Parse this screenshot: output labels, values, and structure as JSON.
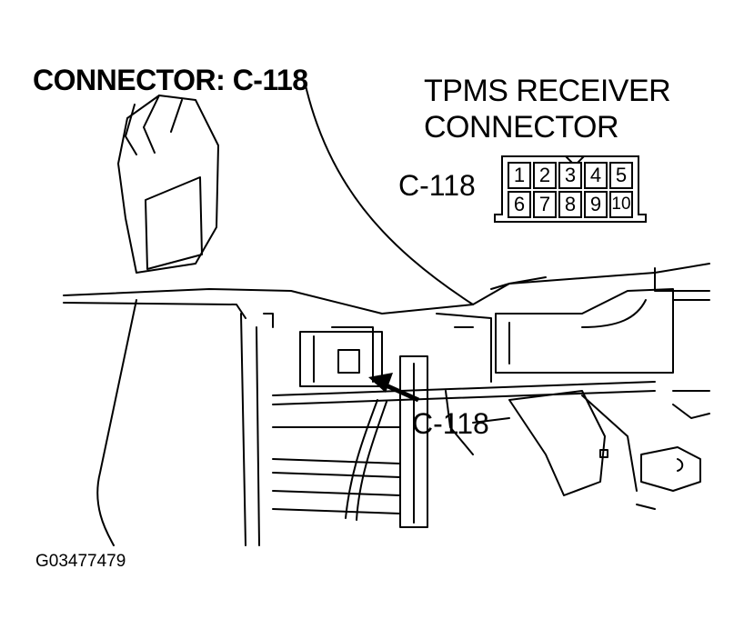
{
  "title": "CONNECTOR: C-118",
  "receiver_title": [
    "TPMS RECEIVER",
    "CONNECTOR"
  ],
  "receiver_connector_id": "C-118",
  "pins_top": [
    "1",
    "2",
    "3",
    "4",
    "5"
  ],
  "pins_bottom": [
    "6",
    "7",
    "8",
    "9",
    "10"
  ],
  "callout_label": "C-118",
  "figure_id": "G03477479"
}
